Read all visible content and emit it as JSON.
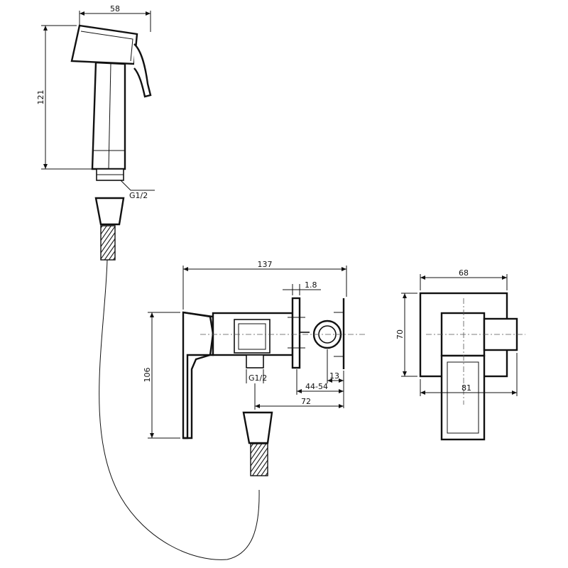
{
  "dimensions": {
    "sprayer_width": "58",
    "sprayer_height": "121",
    "sprayer_thread": "G1/2",
    "valve_length": "137",
    "plate_thickness": "1.8",
    "valve_height": "106",
    "outlet_thread": "G1/2",
    "wall_nut": "13",
    "wall_range": "44-54",
    "outlet_offset": "72",
    "side_width": "68",
    "side_height": "70",
    "side_depth": "81"
  },
  "colors": {
    "line": "#111111",
    "background": "#ffffff"
  }
}
